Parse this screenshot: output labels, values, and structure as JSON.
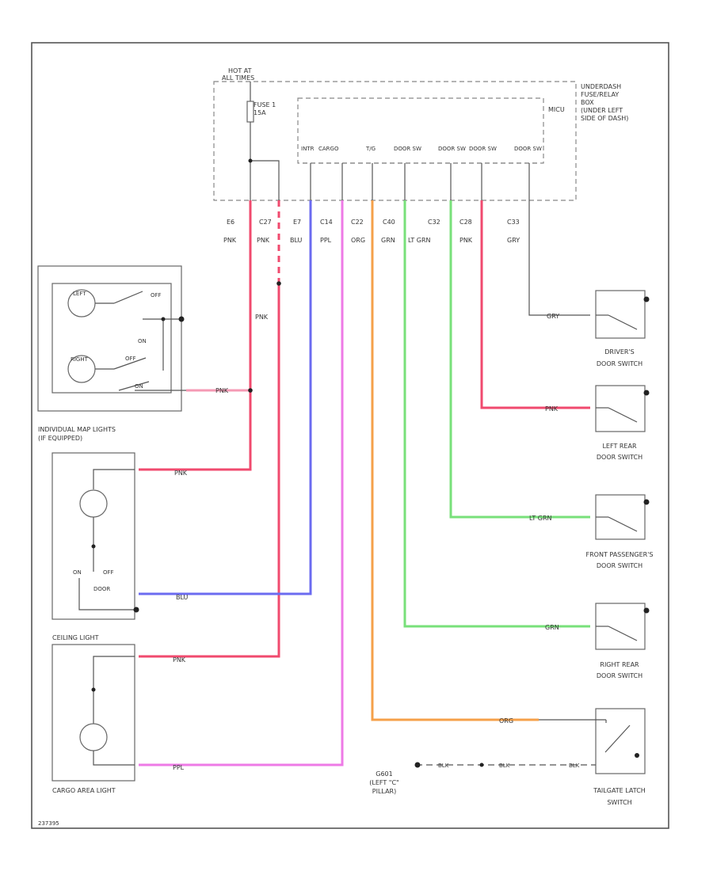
{
  "fusebox": {
    "hot_label_1": "HOT AT",
    "hot_label_2": "ALL TIMES",
    "fuse_label_1": "FUSE 1",
    "fuse_label_2": "15A",
    "desc_1": "UNDERDASH",
    "desc_2": "FUSE/RELAY",
    "desc_3": "BOX",
    "desc_4": "(UNDER LEFT",
    "desc_5": "SIDE OF DASH)",
    "micu": "MICU",
    "inner_labels": [
      "INTR",
      "CARGO",
      "T/G",
      "DOOR SW",
      "DOOR SW",
      "DOOR SW",
      "DOOR SW"
    ]
  },
  "terminals": [
    {
      "conn": "E6",
      "color": "PNK"
    },
    {
      "conn": "C27",
      "color": "PNK"
    },
    {
      "conn": "E7",
      "color": "BLU"
    },
    {
      "conn": "C14",
      "color": "PPL"
    },
    {
      "conn": "C22",
      "color": "ORG"
    },
    {
      "conn": "C40",
      "color": "GRN"
    },
    {
      "conn": "C32",
      "color": "LT GRN"
    },
    {
      "conn": "C28",
      "color": "PNK"
    },
    {
      "conn": "C33",
      "color": "GRY"
    }
  ],
  "map_lights": {
    "label_1": "INDIVIDUAL MAP LIGHTS",
    "label_2": "(IF EQUIPPED)",
    "left": "LEFT",
    "right": "RIGHT",
    "off": "OFF",
    "on": "ON",
    "wire": "PNK",
    "junction_wire": "PNK"
  },
  "ceiling_light": {
    "label": "CEILING LIGHT",
    "on": "ON",
    "off": "OFF",
    "door": "DOOR",
    "wire_top": "PNK",
    "wire_bottom": "BLU"
  },
  "cargo_light": {
    "label": "CARGO AREA LIGHT",
    "wire_top": "PNK",
    "wire_bottom": "PPL"
  },
  "switches": [
    {
      "name_1": "DRIVER'S",
      "name_2": "DOOR SWITCH",
      "wire": "GRY"
    },
    {
      "name_1": "LEFT REAR",
      "name_2": "DOOR SWITCH",
      "wire": "PNK"
    },
    {
      "name_1": "FRONT PASSENGER'S",
      "name_2": "DOOR SWITCH",
      "wire": "LT GRN"
    },
    {
      "name_1": "RIGHT REAR",
      "name_2": "DOOR SWITCH",
      "wire": "GRN"
    }
  ],
  "tailgate": {
    "name_1": "TAILGATE LATCH",
    "name_2": "SWITCH",
    "wire_in": "ORG",
    "wire_out": "BLK",
    "wire_out_2": "BLK",
    "wire_out_3": "BLK",
    "ground_1": "G601",
    "ground_2": "(LEFT \"C\"",
    "ground_3": "PILLAR)"
  },
  "footer": {
    "code": "237395"
  },
  "wire_colors": {
    "pink": "#f04a6e",
    "light_pink": "#f59ab4",
    "blue": "#6b6bf0",
    "purple": "#ee7ae6",
    "orange": "#f5a04a",
    "green": "#78e07a",
    "gray": "#8a8a8a"
  }
}
